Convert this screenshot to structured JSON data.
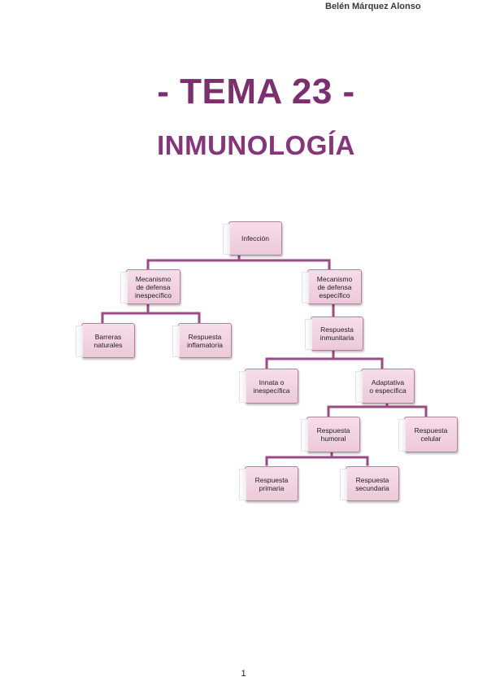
{
  "header": {
    "author": "Belén Márquez Alonso"
  },
  "title": "- TEMA 23 -",
  "subtitle": "INMUNOLOGÍA",
  "diagram": {
    "nodes": {
      "infeccion": "Infección",
      "mec_inespecifico": "Mecanismo\nde defensa\ninespecífico",
      "mec_especifico": "Mecanismo\nde defensa\nespecífico",
      "barreras": "Barreras\nnaturales",
      "resp_inflamatoria": "Respuesta\ninflamatoria",
      "resp_inmunitaria": "Respuesta\ninmunitaria",
      "innata": "Innata o\ninespecífica",
      "adaptativa": "Adaptativa\no específica",
      "resp_humoral": "Respuesta\nhumoral",
      "resp_celular": "Respuesta\ncelular",
      "resp_primaria": "Respuesta\nprimaria",
      "resp_secundaria": "Respuesta\nsecundaria"
    },
    "colors": {
      "connector": "#9a4a86",
      "node_fill": "#f2d3e2",
      "title": "#7d2e6f"
    }
  },
  "footer": {
    "page_number": "1"
  }
}
